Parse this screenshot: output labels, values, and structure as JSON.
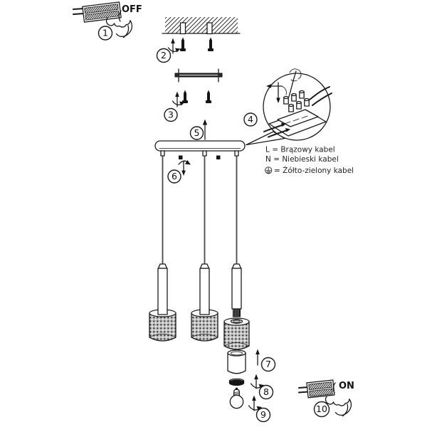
{
  "colors": {
    "ink": "#1a1a1a",
    "cord": "#4a4a4a",
    "shade_mesh": "#bfbfbf"
  },
  "switch_labels": {
    "off": "OFF",
    "on": "ON"
  },
  "steps": {
    "s1": "1",
    "s2": "2",
    "s3": "3",
    "s4": "4",
    "s5": "5",
    "s6": "6",
    "s7": "7",
    "s8": "8",
    "s9": "9",
    "s10": "10"
  },
  "wiring_legend": {
    "live": "L = Brązowy kabel",
    "neutral": "N = Niebieski kabel",
    "earth": "= Żółto-zielony kabel",
    "earth_icon": "earth-ground-icon"
  }
}
